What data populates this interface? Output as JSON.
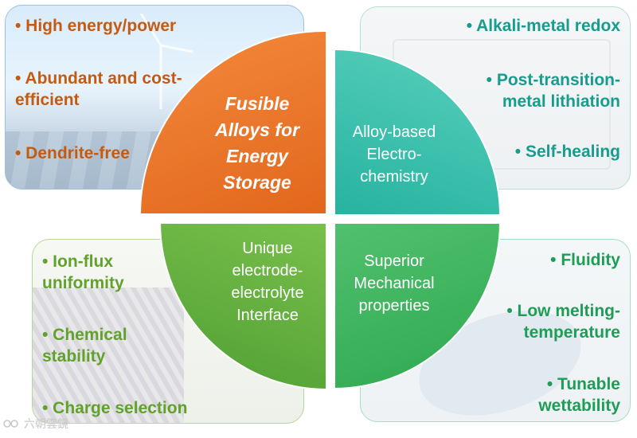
{
  "diagram": {
    "center_title": "Fusible Alloys for Energy Storage",
    "quadrants": {
      "top_right": "Alloy-based Electro- chemistry",
      "bottom_left": "Unique electrode- electrolyte Interface",
      "bottom_right": "Superior Mechanical properties"
    },
    "panels": {
      "top_left": {
        "items": [
          "• High energy/power",
          "• Abundant and cost- efficient",
          "• Dendrite-free"
        ]
      },
      "top_right": {
        "items": [
          "• Alkali-metal redox",
          "• Post-transition- metal lithiation",
          "• Self-healing"
        ]
      },
      "bottom_left": {
        "items": [
          "• Ion-flux uniformity",
          "• Chemical stability",
          "• Charge selection"
        ]
      },
      "bottom_right": {
        "items": [
          "• Fluidity",
          "• Low melting- temperature",
          "• Tunable wettability"
        ]
      }
    },
    "watermark": "六朝雲鏡",
    "colors": {
      "orange": "#e2671d",
      "teal": "#26b3a0",
      "light_green": "#62a12c",
      "green": "#1e9e55"
    },
    "icons": [
      "wind-turbine-photo",
      "battery-cell-illustration",
      "electrode-structure-illustration",
      "liquid-metal-droplet-illustration",
      "watermark-logo-icon"
    ]
  }
}
